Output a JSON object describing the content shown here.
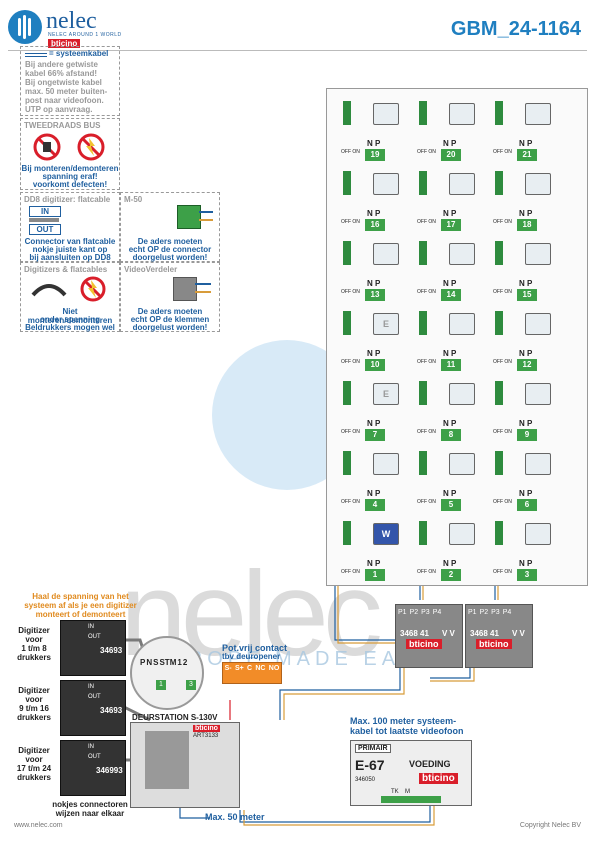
{
  "header": {
    "brand": "nelec",
    "tagline": "NELEC AROUND 1 WORLD",
    "bticino": "bticino",
    "code": "GBM_24-1164"
  },
  "notes": {
    "systeemkabel_title": "= systeemkabel",
    "systeemkabel_body": [
      "Bij andere getwiste",
      "kabel 66% afstand!",
      "Bij ongetwiste kabel",
      "max. 50 meter buiten-",
      "post naar videofoon.",
      "UTP op aanvraag."
    ],
    "bus_title": "TWEEDRAADS BUS",
    "bus_body": [
      "Bij monteren/demonteren",
      "spanning eraf!",
      "voorkomt defecten!"
    ],
    "dd8_title": "DD8 digitizer: flatcable",
    "dd8_in": "IN",
    "dd8_out": "OUT",
    "dd8_body": [
      "Connector van flatcable",
      "nokje juiste kant op",
      "bij aansluiten op DD8"
    ],
    "m50_title": "M-50",
    "m50_body": [
      "De aders moeten",
      "echt OP de connector",
      "doorgelust worden!"
    ],
    "flat_title": "Digitizers & flatcables",
    "flat_body": [
      "Niet monteren/demonteren",
      "onder spanning",
      "Beldrukkers mogen wel"
    ],
    "vv_title": "VideoVerdeler",
    "vv_body": [
      "De aders moeten",
      "echt OP de klemmen",
      "doorgelust worden!"
    ]
  },
  "grid": {
    "n_label": "N",
    "p_label": "P",
    "off_on": "OFF ON",
    "cells": [
      {
        "num": "19",
        "icon": ""
      },
      {
        "num": "20",
        "icon": ""
      },
      {
        "num": "21",
        "icon": ""
      },
      {
        "num": "16",
        "icon": ""
      },
      {
        "num": "17",
        "icon": ""
      },
      {
        "num": "18",
        "icon": ""
      },
      {
        "num": "13",
        "icon": ""
      },
      {
        "num": "14",
        "icon": ""
      },
      {
        "num": "15",
        "icon": ""
      },
      {
        "num": "10",
        "icon": "E"
      },
      {
        "num": "11",
        "icon": ""
      },
      {
        "num": "12",
        "icon": ""
      },
      {
        "num": "7",
        "icon": "E"
      },
      {
        "num": "8",
        "icon": ""
      },
      {
        "num": "9",
        "icon": ""
      },
      {
        "num": "4",
        "icon": ""
      },
      {
        "num": "5",
        "icon": ""
      },
      {
        "num": "6",
        "icon": ""
      },
      {
        "num": "1",
        "icon": "W"
      },
      {
        "num": "2",
        "icon": ""
      },
      {
        "num": "3",
        "icon": ""
      }
    ]
  },
  "digitizers": {
    "warning": [
      "Haal de spanning van het",
      "systeem af als je een digitizer",
      "monteert of demonteert"
    ],
    "items": [
      {
        "label": [
          "Digitizer",
          "voor",
          "1 t/m 8",
          "drukkers"
        ],
        "code": "34693"
      },
      {
        "label": [
          "Digitizer",
          "voor",
          "9 t/m 16",
          "drukkers"
        ],
        "code": "34693"
      },
      {
        "label": [
          "Digitizer",
          "voor",
          "17 t/m 24",
          "drukkers"
        ],
        "code": "346993"
      }
    ],
    "note": [
      "nokjes connectoren",
      "wijzen naar elkaar"
    ],
    "in_out": [
      "IN",
      "OUT"
    ]
  },
  "door": {
    "title": "DEURSTATION S-130V",
    "terminals": [
      "P",
      "N",
      "S",
      "STM",
      "1",
      "2"
    ],
    "terminal_extra": [
      "1",
      "3"
    ],
    "art": "ART3133",
    "bticino": "bticino"
  },
  "relay": {
    "title": [
      "Pot.vrij contact",
      "tbv deuropener"
    ],
    "terminals": [
      "S-",
      "S+",
      "C",
      "NC",
      "NO"
    ]
  },
  "distributors": [
    {
      "ports": [
        "P1",
        "P2",
        "P3",
        "P4"
      ],
      "code": "3468 41",
      "vv": "V V",
      "brand": "bticino"
    },
    {
      "ports": [
        "P1",
        "P2",
        "P3",
        "P4"
      ],
      "code": "3468 41",
      "vv": "V V",
      "brand": "bticino"
    }
  ],
  "power": {
    "note": [
      "Max. 100 meter systeem-",
      "kabel tot laatste videofoon"
    ],
    "primair": "PRIMAIR",
    "model": "E-67",
    "voeding": "VOEDING",
    "code": "346050",
    "brand": "bticino",
    "terminals": [
      "TK",
      "M"
    ]
  },
  "cable_label": "Max. 50 meter",
  "watermark": {
    "text": "nelec",
    "sub": "EUROPE MADE EASY"
  },
  "footer": {
    "left": "www.nelec.com",
    "right": "Copyright Nelec BV"
  },
  "colors": {
    "blue": "#1f7fc0",
    "green": "#3da048",
    "red": "#d91e2a",
    "orange": "#f28c28"
  }
}
